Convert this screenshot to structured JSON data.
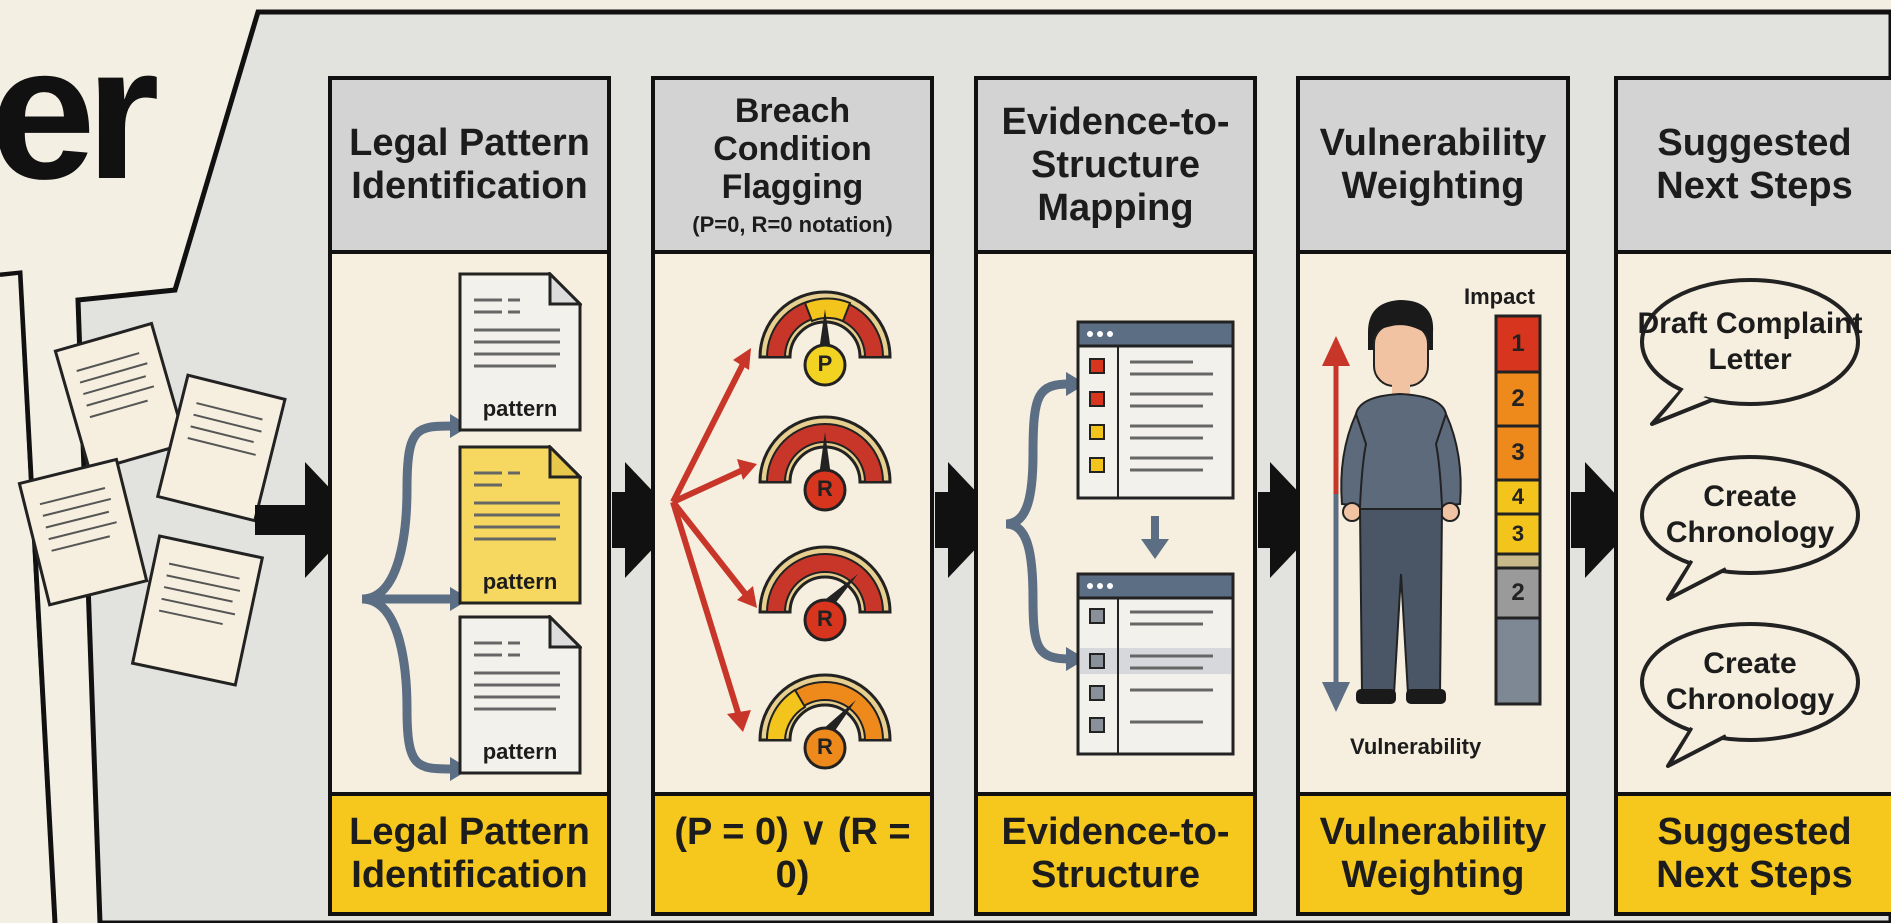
{
  "title_fragment": "er",
  "stages": [
    {
      "header_title": "Legal Pattern Identification",
      "footer_label": "Legal Pattern Identification",
      "document_labels": [
        "pattern",
        "pattern",
        "pattern"
      ]
    },
    {
      "header_title": "Breach Condition Flagging",
      "header_note": "(P=0, R=0 notation)",
      "footer_label": "(P = 0) ∨ (R = 0)",
      "gauge_labels": [
        "P",
        "R",
        "R",
        "R"
      ]
    },
    {
      "header_title": "Evidence-to-Structure Mapping",
      "footer_label": "Evidence-to-Structure"
    },
    {
      "header_title": "Vulnerability Weighting",
      "footer_label": "Vulnerability Weighting",
      "impact_label": "Impact",
      "vulnerability_label": "Vulnerability",
      "impact_scale": [
        "1",
        "2",
        "3",
        "4",
        "3",
        "",
        "2"
      ]
    },
    {
      "header_title": "Suggested Next Steps",
      "footer_label": "Suggested Next Steps",
      "next_steps": [
        "Draft Complaint Letter",
        "Create Chronology",
        "Create Chronology"
      ]
    }
  ],
  "colors": {
    "header_gray": "#d3d3d3",
    "footer_yellow": "#f6c81d",
    "body_cream": "#f6efdf",
    "flow_arrow": "#111111",
    "branch_arrow": "#5c6e84",
    "flag_red": "#c8362a",
    "impact_red": "#d8351e",
    "impact_orange": "#ee8a1c",
    "impact_yellow": "#f3c51c",
    "impact_gray": "#9a9a9a"
  },
  "icons": [
    "documents-icon",
    "document-icon",
    "gauge-icon",
    "window-icon",
    "person-icon",
    "arrow-icon",
    "speech-bubble-icon"
  ]
}
